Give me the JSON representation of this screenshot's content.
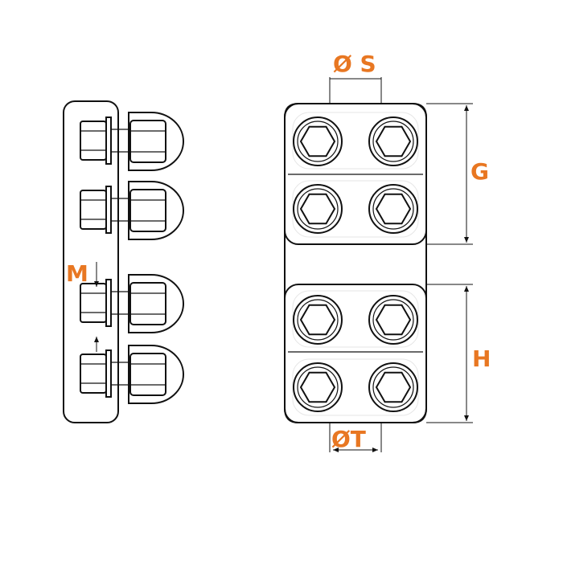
{
  "labels": {
    "s": "Ø S",
    "g": "G",
    "h": "H",
    "t": "ØT",
    "m": "M"
  },
  "colors": {
    "label": "#e87722",
    "line": "#111111",
    "background": "#ffffff"
  }
}
